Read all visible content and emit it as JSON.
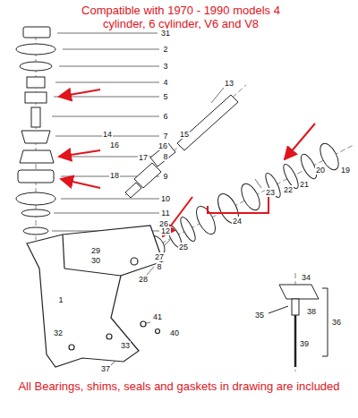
{
  "diagram": {
    "title": "Compatible with 1970 - 1990 models 4 cylinder, 6 cylinder, V6 and V8",
    "caption": "All Bearings, shims, seals and gaskets in drawing are included",
    "labels": [
      "31",
      "2",
      "3",
      "4",
      "5",
      "6",
      "7",
      "8",
      "9",
      "10",
      "11",
      "12",
      "13",
      "14",
      "15",
      "16",
      "16",
      "17",
      "18",
      "19",
      "20",
      "21",
      "22",
      "23",
      "24",
      "25",
      "26",
      "27",
      "8",
      "28",
      "29",
      "30",
      "1",
      "32",
      "33",
      "37",
      "41",
      "40",
      "34",
      "38",
      "35",
      "36",
      "39"
    ]
  }
}
